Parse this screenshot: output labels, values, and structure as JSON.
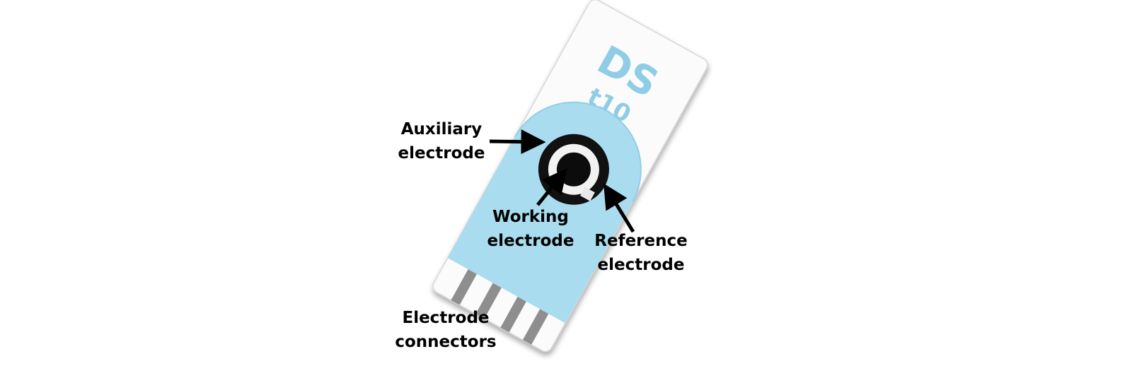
{
  "strip": {
    "brand_text": "DS",
    "model_text": "t10"
  },
  "labels": {
    "auxiliary": [
      "Auxiliary",
      "electrode"
    ],
    "working": [
      "Working",
      "electrode"
    ],
    "reference": [
      "Reference",
      "electrode"
    ],
    "connectors": [
      "Electrode",
      "connectors"
    ]
  },
  "colors": {
    "strip_body": "#fbfbfb",
    "mask_blue": "#a9dcef",
    "brand_blue": "#8fcde6",
    "electrode_dark": "#101010",
    "connector_grey": "#8e8e8e",
    "arrow": "#000000"
  }
}
